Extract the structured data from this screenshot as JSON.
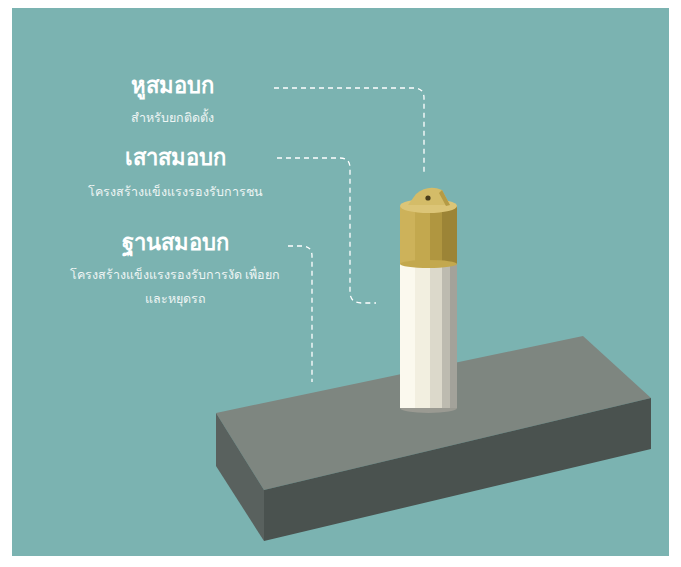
{
  "diagram": {
    "labels": [
      "หูสมอบก",
      "สำหรับยกติดตั้ง",
      "เสาสมอบก",
      "โครงสร้างแข็งแรงรองรับการชน",
      "ฐานสมอบก",
      "โครงสร้างแข็งแรงรองรับการงัด เพื่อยก และหยุดรถ"
    ]
  }
}
